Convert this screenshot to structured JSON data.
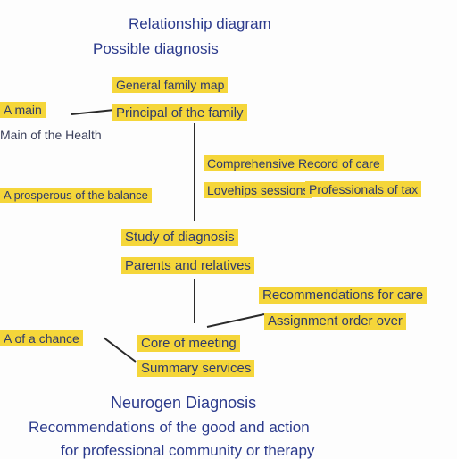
{
  "header": {
    "line1": "Relationship diagram",
    "line2": "Possible diagnosis"
  },
  "nodes": {
    "top_a": "General family map",
    "top_b": "Principal of the family",
    "left_a": "A main",
    "left_b": "Main of the Health",
    "mid_right_a": "Comprehensive Record of care",
    "mid_right_b": "Lovehips sessions",
    "mid_right_c": "Professionals of tax",
    "left_c": "A prosperous of the balance",
    "center_a": "Study of diagnosis",
    "center_b": "Parents and relatives",
    "right_a": "Recommendations for care",
    "right_b": "Assignment order over",
    "left_d": "A of a chance",
    "bottom_a": "Core of meeting",
    "bottom_b": "Summary services"
  },
  "footer": {
    "line1": "Neurogen Diagnosis",
    "line2": "Recommendations of the good and action",
    "line3": "for professional community or therapy"
  },
  "colors": {
    "label_bg": "#f5d63a",
    "heading": "#2b3a8c",
    "line": "#2a2a2a"
  }
}
